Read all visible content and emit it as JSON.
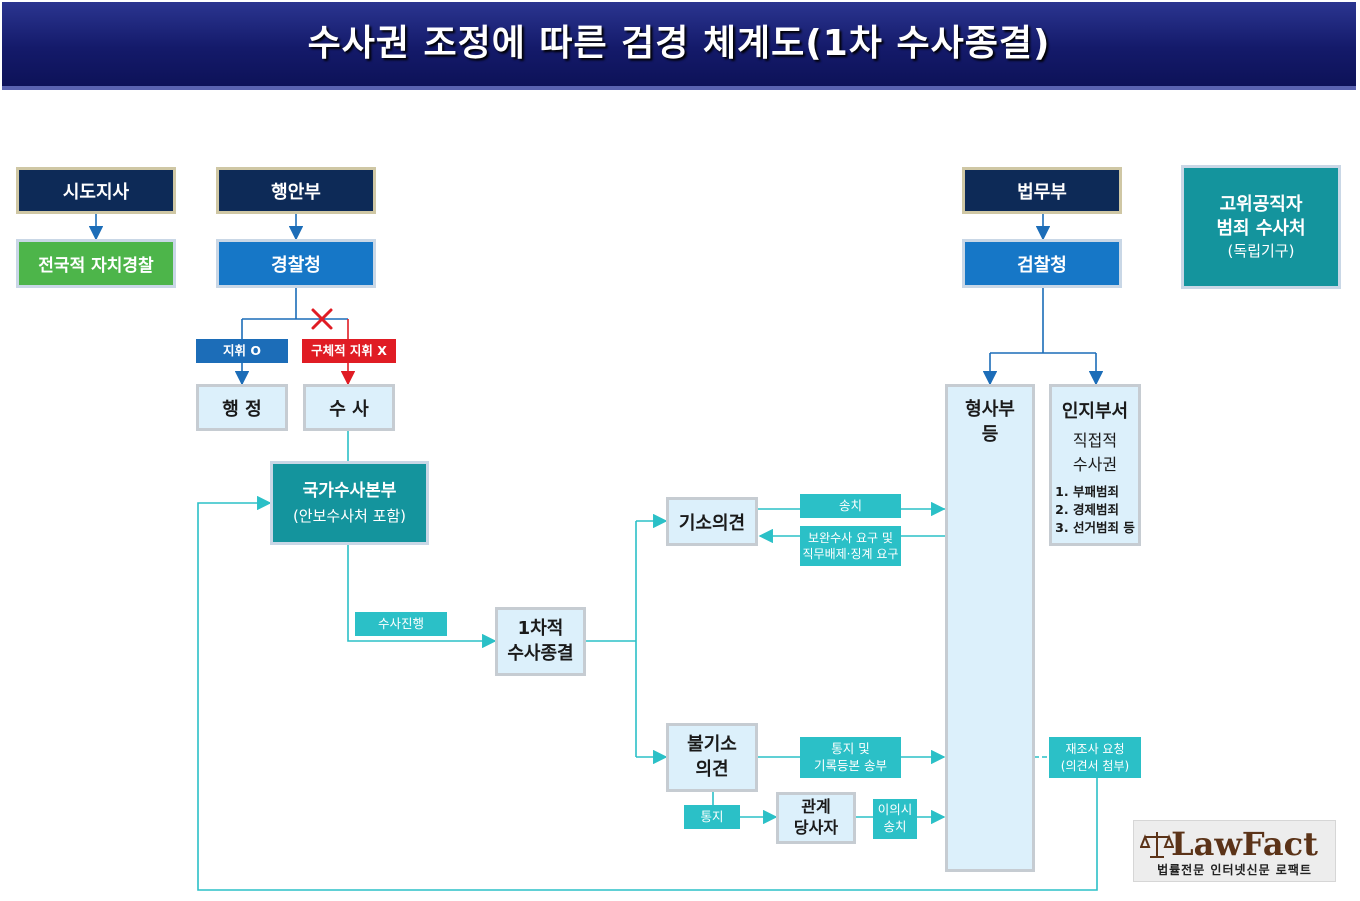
{
  "title": "수사권 조정에 따른 검경 체계도(1차 수사종결)",
  "orgs": {
    "sido": "시도지사",
    "haengan": "행안부",
    "beommu": "법무부",
    "local_police": "전국적 자치경찰",
    "police_agency": "경찰청",
    "prosecution": "검찰청",
    "cio_line1": "고위공직자",
    "cio_line2": "범죄 수사처",
    "cio_line3": "(독립기구)"
  },
  "command": {
    "admin_tag": "지휘 O",
    "specific_tag": "구체적 지휘 X",
    "admin_box": "행 정",
    "investigation_box": "수 사"
  },
  "nib": {
    "line1": "국가수사본부",
    "line2": "(안보수사처 포함)"
  },
  "flow": {
    "progress_tag": "수사진행",
    "first_close_line1": "1차적",
    "first_close_line2": "수사종결",
    "indict_opinion": "기소의견",
    "send_tag": "송치",
    "supp_line1": "보완수사 요구 및",
    "supp_line2": "직무배제·징계 요구",
    "no_indict_line1": "불기소",
    "no_indict_line2": "의견",
    "notice_line1": "통지 및",
    "notice_line2": "기록등본 송부",
    "notice_tag": "통지",
    "party_line1": "관계",
    "party_line2": "당사자",
    "objection_line1": "이의시",
    "objection_line2": "송치"
  },
  "prosecution_depts": {
    "criminal_line1": "형사부",
    "criminal_line2": "등",
    "cognizance_title": "인지부서",
    "direct_line1": "직접적",
    "direct_line2": "수사권",
    "crime1": "1. 부패범죄",
    "crime2": "2. 경제범죄",
    "crime3": "3. 선거범죄 등",
    "reinvest_line1": "재조사 요청",
    "reinvest_line2": "(의견서 첨부)"
  },
  "logo": {
    "name": "LawFact",
    "subtitle": "법률전문 인터넷신문 로팩트",
    "icon": "scales-icon"
  },
  "colors": {
    "navy": "#0d2a57",
    "blue": "#1677c7",
    "teal": "#14949d",
    "light": "#dcf0fb",
    "tag_teal": "#2bc0c7",
    "red": "#e01c24",
    "green": "#4db54a",
    "line": "#1f8fd0"
  }
}
